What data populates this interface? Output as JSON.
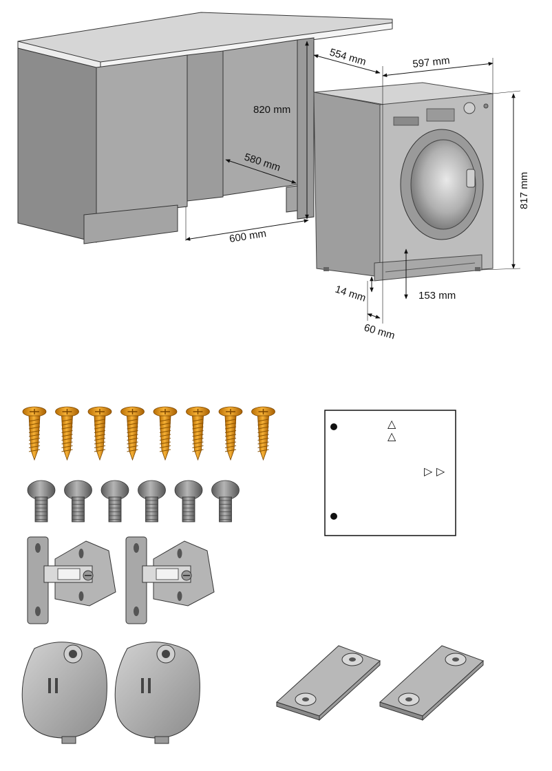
{
  "dimensions": {
    "cabinet_height": "820 mm",
    "niche_depth": "580 mm",
    "niche_width": "600 mm",
    "machine_depth": "554 mm",
    "machine_width": "597 mm",
    "machine_height": "817 mm",
    "foot_height": "14 mm",
    "front_offset": "60 mm",
    "kick_height": "153 mm"
  },
  "accessories": {
    "wood_screws": 8,
    "machine_screws": 6,
    "hinges": 2,
    "covers": 2,
    "plates": 2
  },
  "template_symbols": {
    "triangle_up": "△",
    "triangle_right": "▷"
  },
  "colors": {
    "cabinet_front": "#a9a9a9",
    "cabinet_side": "#8c8c8c",
    "countertop": "#d6d6d6",
    "machine": "#b8b8b8",
    "screw_brass": "#e79a16",
    "metal": "#9a9a9a"
  }
}
